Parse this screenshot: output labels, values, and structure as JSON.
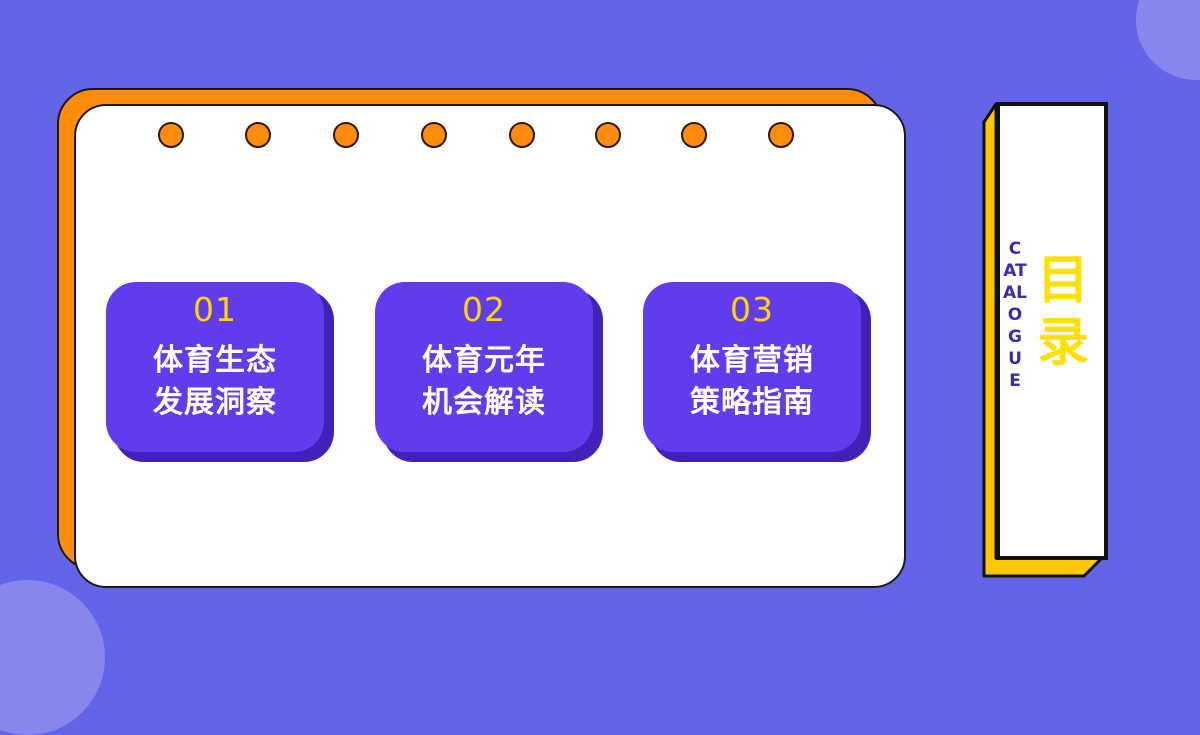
{
  "slide": {
    "type": "table-of-contents",
    "colors": {
      "background": "#6464e8",
      "card_back": "#ff8c0a",
      "card_front": "#ffffff",
      "item_face": "#613ced",
      "item_shadow": "#4022b8",
      "number": "#ffd400",
      "item_text": "#ffffff",
      "catalogue_accent": "#ffc800",
      "catalogue_en": "#3a2bb0",
      "catalogue_zh": "#ffe000"
    }
  },
  "notebook": {
    "ring_count": 8
  },
  "items": [
    {
      "number": "01",
      "line1": "体育生态",
      "line2": "发展洞察"
    },
    {
      "number": "02",
      "line1": "体育元年",
      "line2": "机会解读"
    },
    {
      "number": "03",
      "line1": "体育营销",
      "line2": "策略指南"
    }
  ],
  "catalogue": {
    "en": "CATALOGUE",
    "zh": "目录"
  }
}
